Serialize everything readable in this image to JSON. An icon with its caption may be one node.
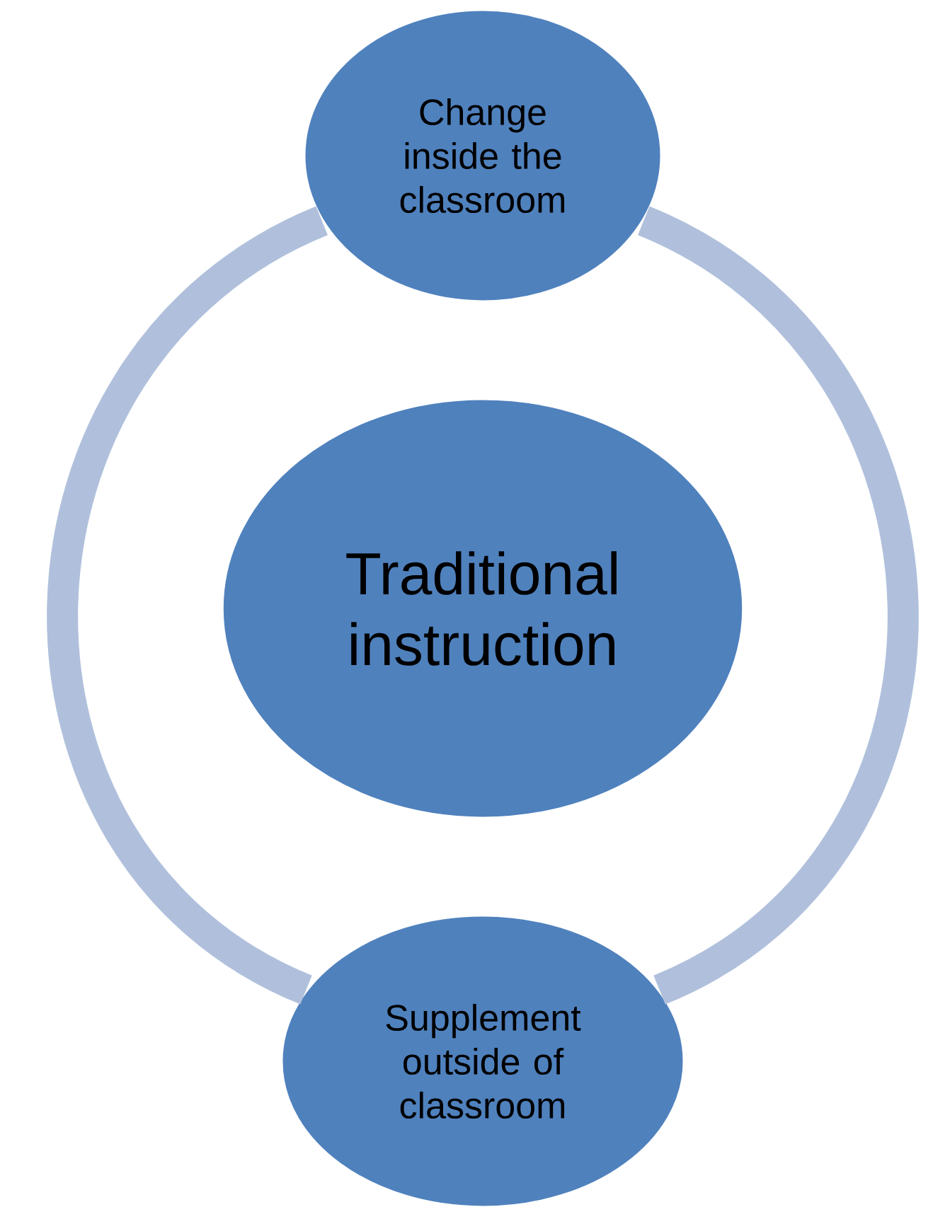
{
  "diagram": {
    "nodes": [
      {
        "text": [
          "Change inside the classroom"
        ]
      },
      {
        "text": [
          "Traditional instruction"
        ]
      },
      {
        "text": [
          "Supplement outside of classroom"
        ]
      }
    ],
    "edges": [
      {
        "from": 0,
        "to": 2,
        "arrow": "none"
      },
      {
        "from": 2,
        "to": 0,
        "arrow": "none"
      }
    ]
  }
}
